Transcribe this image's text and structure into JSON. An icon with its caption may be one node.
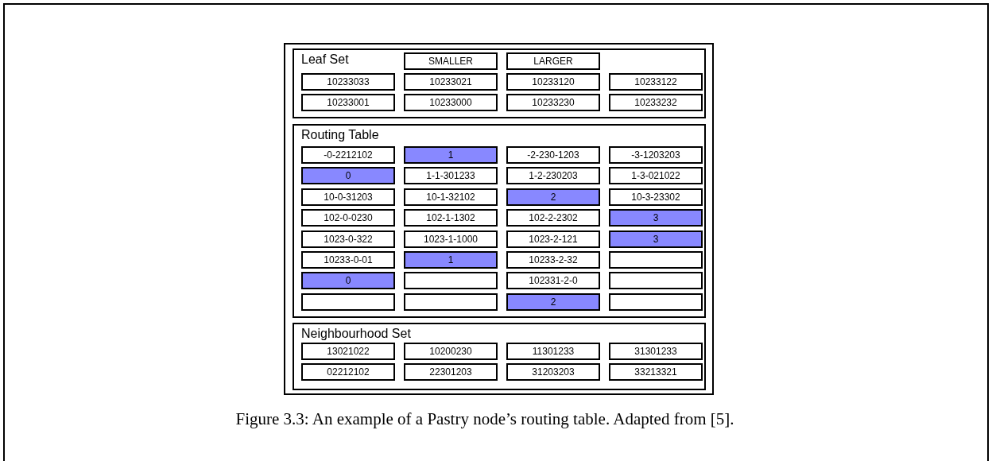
{
  "diagram": {
    "caption": "Figure 3.3: An example of a Pastry node’s routing table. Adapted from [5].",
    "nodes": [
      {
        "text": [
          "Leaf Set"
        ]
      },
      {
        "text": [
          "SMALLER"
        ],
        "in": 0
      },
      {
        "text": [
          "LARGER"
        ],
        "in": 0
      },
      {
        "text": [
          "10233033"
        ],
        "in": 0
      },
      {
        "text": [
          "10233021"
        ],
        "in": 0
      },
      {
        "text": [
          "10233120"
        ],
        "in": 0
      },
      {
        "text": [
          "10233122"
        ],
        "in": 0
      },
      {
        "text": [
          "10233001"
        ],
        "in": 0
      },
      {
        "text": [
          "10233000"
        ],
        "in": 0
      },
      {
        "text": [
          "10233230"
        ],
        "in": 0
      },
      {
        "text": [
          "10233232"
        ],
        "in": 0
      },
      {
        "text": [
          "Routing Table"
        ]
      },
      {
        "text": [
          "-0-2212102"
        ],
        "in": 11
      },
      {
        "text": [
          "1"
        ],
        "in": 11
      },
      {
        "text": [
          "-2-230-1203"
        ],
        "in": 11
      },
      {
        "text": [
          "-3-1203203"
        ],
        "in": 11
      },
      {
        "text": [
          "0"
        ],
        "in": 11
      },
      {
        "text": [
          "1-1-301233"
        ],
        "in": 11
      },
      {
        "text": [
          "1-2-230203"
        ],
        "in": 11
      },
      {
        "text": [
          "1-3-021022"
        ],
        "in": 11
      },
      {
        "text": [
          "10-0-31203"
        ],
        "in": 11
      },
      {
        "text": [
          "10-1-32102"
        ],
        "in": 11
      },
      {
        "text": [
          "2"
        ],
        "in": 11
      },
      {
        "text": [
          "10-3-23302"
        ],
        "in": 11
      },
      {
        "text": [
          "102-0-0230"
        ],
        "in": 11
      },
      {
        "text": [
          "102-1-1302"
        ],
        "in": 11
      },
      {
        "text": [
          "102-2-2302"
        ],
        "in": 11
      },
      {
        "text": [
          "3"
        ],
        "in": 11
      },
      {
        "text": [
          "1023-0-322"
        ],
        "in": 11
      },
      {
        "text": [
          "1023-1-1000"
        ],
        "in": 11
      },
      {
        "text": [
          "1023-2-121"
        ],
        "in": 11
      },
      {
        "text": [
          "3"
        ],
        "in": 11
      },
      {
        "text": [
          "10233-0-01"
        ],
        "in": 11
      },
      {
        "text": [
          "1"
        ],
        "in": 11
      },
      {
        "text": [
          "10233-2-32"
        ],
        "in": 11
      },
      {
        "text": [],
        "shape": "box",
        "in": 11
      },
      {
        "text": [
          "0"
        ],
        "in": 11
      },
      {
        "text": [],
        "shape": "box",
        "in": 11
      },
      {
        "text": [
          "102331-2-0"
        ],
        "in": 11
      },
      {
        "text": [],
        "shape": "box",
        "in": 11
      },
      {
        "text": [],
        "shape": "box",
        "in": 11
      },
      {
        "text": [],
        "shape": "box",
        "in": 11
      },
      {
        "text": [
          "2"
        ],
        "in": 11
      },
      {
        "text": [],
        "shape": "box",
        "in": 11
      },
      {
        "text": [
          "Neighbourhood Set"
        ]
      },
      {
        "text": [
          "13021022"
        ],
        "in": 44
      },
      {
        "text": [
          "10200230"
        ],
        "in": 44
      },
      {
        "text": [
          "11301233"
        ],
        "in": 44
      },
      {
        "text": [
          "31301233"
        ],
        "in": 44
      },
      {
        "text": [
          "02212102"
        ],
        "in": 44
      },
      {
        "text": [
          "22301203"
        ],
        "in": 44
      },
      {
        "text": [
          "31203203"
        ],
        "in": 44
      },
      {
        "text": [
          "33213321"
        ],
        "in": 44
      }
    ]
  }
}
